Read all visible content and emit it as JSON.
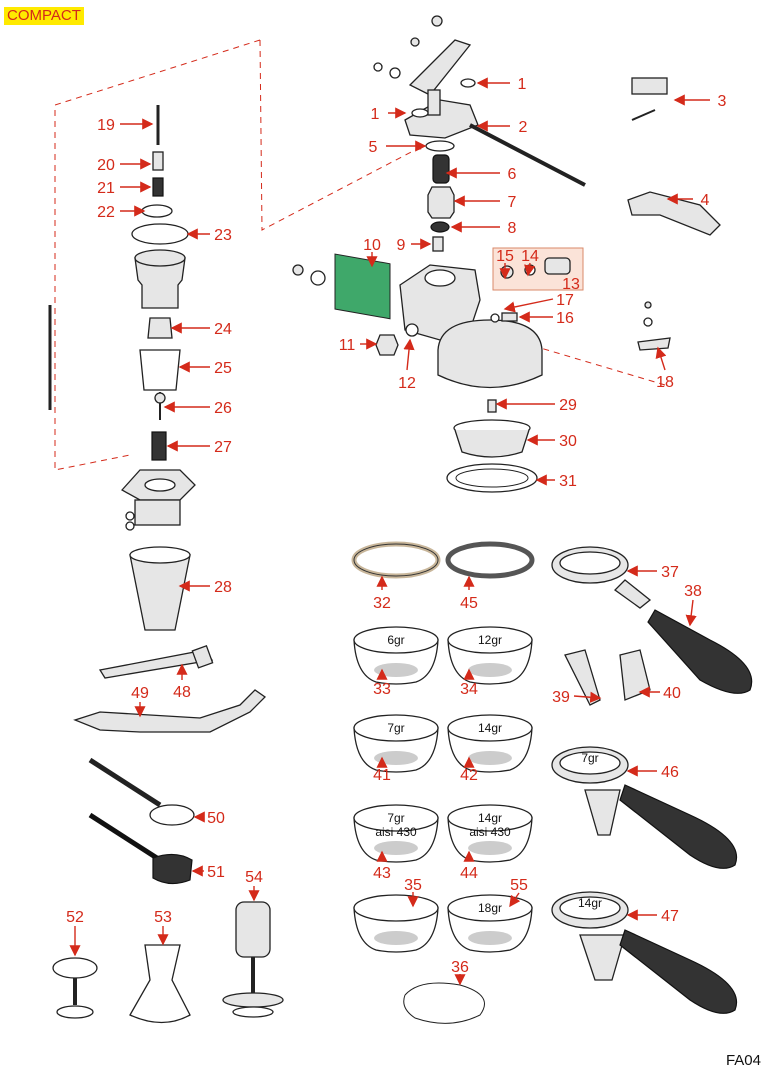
{
  "model_tag": "COMPACT",
  "diagram_code": "FA04",
  "accent_color": "#d42a1a",
  "tag_background": "#ffea00",
  "callouts": [
    "1",
    "1",
    "2",
    "3",
    "4",
    "5",
    "6",
    "7",
    "8",
    "9",
    "10",
    "11",
    "12",
    "13",
    "14",
    "15",
    "16",
    "17",
    "18",
    "19",
    "20",
    "21",
    "22",
    "23",
    "24",
    "25",
    "26",
    "27",
    "28",
    "29",
    "30",
    "31",
    "32",
    "33",
    "34",
    "35",
    "36",
    "37",
    "38",
    "39",
    "40",
    "41",
    "42",
    "43",
    "44",
    "45",
    "46",
    "47",
    "48",
    "49",
    "50",
    "51",
    "52",
    "53",
    "54",
    "55"
  ],
  "basket_labels": {
    "b33": "6gr",
    "b34": "12gr",
    "b41": "7gr",
    "b42": "14gr",
    "b43_weight": "7gr",
    "b43_material": "aisi 430",
    "b44_weight": "14gr",
    "b44_material": "aisi 430",
    "b55": "18gr",
    "pf46": "7gr",
    "pf47": "14gr"
  }
}
